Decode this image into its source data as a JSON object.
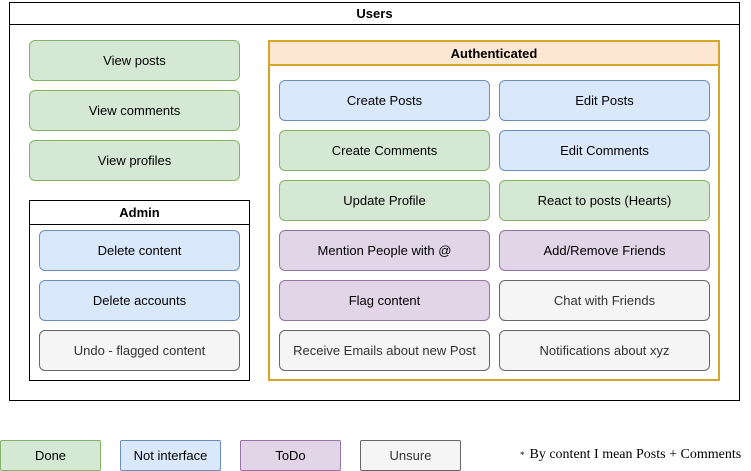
{
  "users": {
    "title": "Users",
    "items": [
      {
        "label": "View posts",
        "status": "done"
      },
      {
        "label": "View comments",
        "status": "done"
      },
      {
        "label": "View profiles",
        "status": "done"
      }
    ]
  },
  "admin": {
    "title": "Admin",
    "items": [
      {
        "label": "Delete content",
        "status": "not-interface"
      },
      {
        "label": "Delete accounts",
        "status": "not-interface"
      },
      {
        "label": "Undo - flagged content",
        "status": "unsure"
      }
    ]
  },
  "authenticated": {
    "title": "Authenticated",
    "items": [
      {
        "label": "Create Posts",
        "status": "not-interface"
      },
      {
        "label": "Edit Posts",
        "status": "not-interface"
      },
      {
        "label": "Create Comments",
        "status": "done"
      },
      {
        "label": "Edit Comments",
        "status": "not-interface"
      },
      {
        "label": "Update Profile",
        "status": "done"
      },
      {
        "label": "React to posts (Hearts)",
        "status": "done"
      },
      {
        "label": "Mention People with @",
        "status": "todo"
      },
      {
        "label": "Add/Remove Friends",
        "status": "todo"
      },
      {
        "label": "Flag content",
        "status": "todo"
      },
      {
        "label": "Chat with Friends",
        "status": "unsure"
      },
      {
        "label": "Receive Emails about new Post",
        "status": "unsure"
      },
      {
        "label": "Notifications about xyz",
        "status": "unsure"
      }
    ]
  },
  "legend": [
    {
      "label": "Done",
      "status": "done"
    },
    {
      "label": "Not interface",
      "status": "not-interface"
    },
    {
      "label": "ToDo",
      "status": "todo"
    },
    {
      "label": "Unsure",
      "status": "unsure"
    }
  ],
  "note": {
    "marker": "*",
    "text": "By content I mean Posts + Comments"
  },
  "colors": {
    "done_fill": "#d5e8d4",
    "done_stroke": "#82b366",
    "not_interface_fill": "#dae8fc",
    "not_interface_stroke": "#6c8ebf",
    "todo_fill": "#e1d5e7",
    "todo_stroke": "#9673a6",
    "unsure_fill": "#f5f5f5",
    "unsure_stroke": "#666666",
    "authenticated_header": "#fde7d2",
    "authenticated_border": "#d6a62a"
  }
}
